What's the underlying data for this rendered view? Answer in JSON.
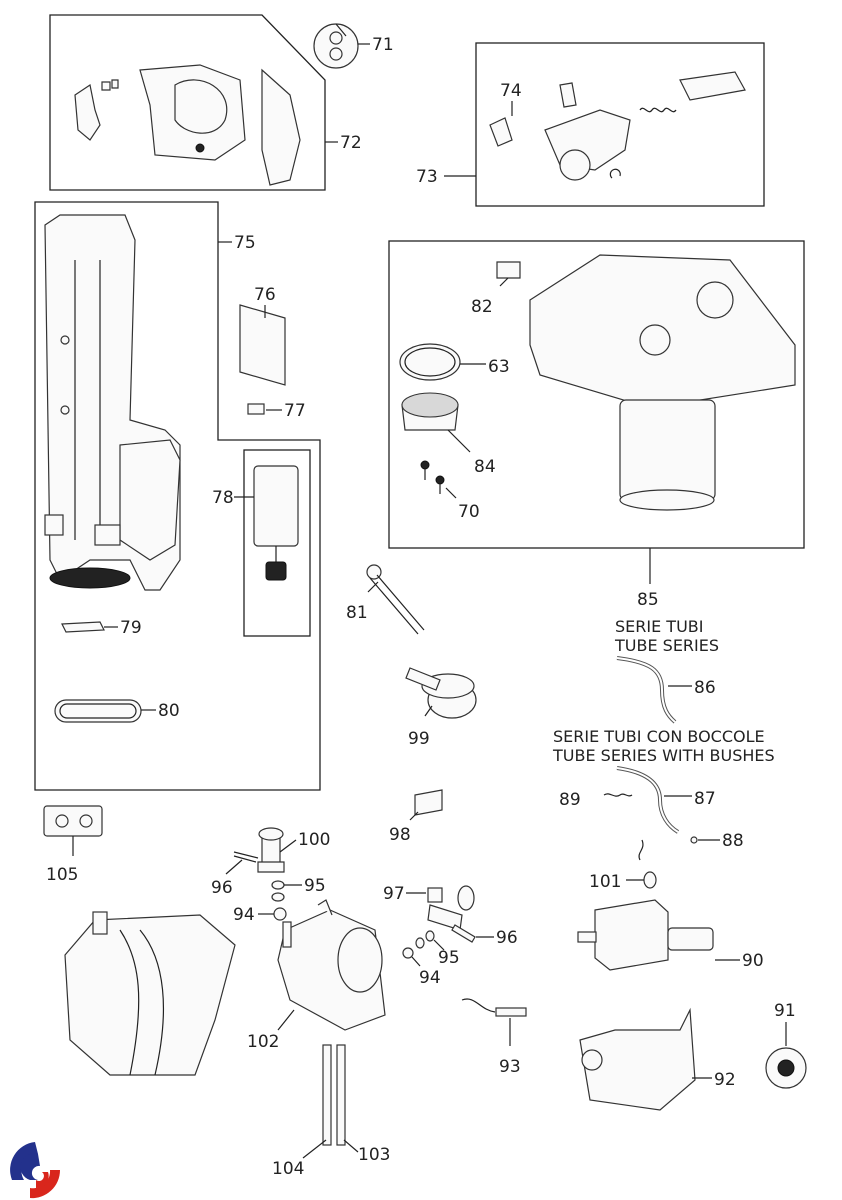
{
  "diagram": {
    "type": "exploded-parts-diagram",
    "captions": {
      "tube_series_it": "SERIE TUBI",
      "tube_series_en": "TUBE SERIES",
      "tube_bushes_it": "SERIE TUBI CON BOCCOLE",
      "tube_bushes_en": "TUBE SERIES WITH BUSHES"
    },
    "labels": {
      "p63": "63",
      "p70": "70",
      "p71": "71",
      "p72": "72",
      "p73": "73",
      "p74": "74",
      "p75": "75",
      "p76": "76",
      "p77": "77",
      "p78": "78",
      "p79": "79",
      "p80": "80",
      "p81": "81",
      "p82": "82",
      "p84": "84",
      "p85": "85",
      "p86": "86",
      "p87": "87",
      "p88": "88",
      "p89": "89",
      "p90": "90",
      "p91": "91",
      "p92": "92",
      "p93": "93",
      "p94a": "94",
      "p94b": "94",
      "p95a": "95",
      "p95b": "95",
      "p96a": "96",
      "p96b": "96",
      "p97": "97",
      "p98": "98",
      "p99": "99",
      "p100": "100",
      "p101": "101",
      "p102": "102",
      "p103": "103",
      "p104": "104",
      "p105": "105"
    },
    "logo": {
      "colors": {
        "blue": "#23318c",
        "red": "#d9261c"
      }
    }
  }
}
